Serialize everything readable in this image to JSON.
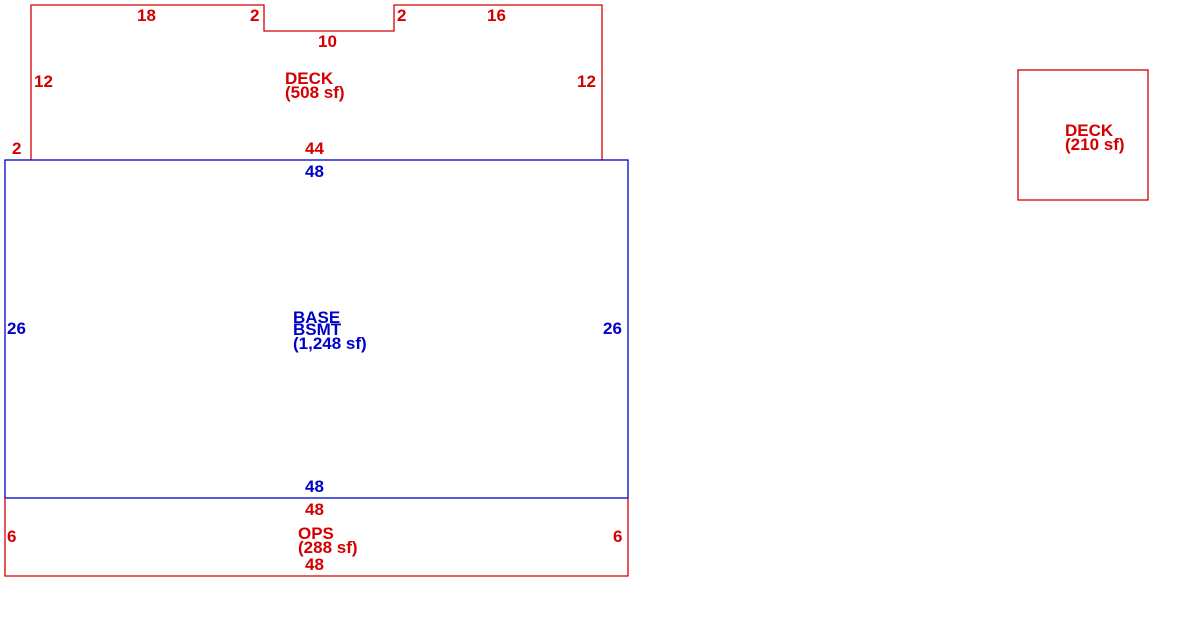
{
  "colors": {
    "deck": "#d40000",
    "ops": "#d40000",
    "base": "#0000c8",
    "background": "#ffffff"
  },
  "upper_deck": {
    "name": "DECK",
    "area": "(508 sf)",
    "dims": {
      "top_left": "18",
      "notch_left": "2",
      "notch_bottom": "10",
      "notch_right": "2",
      "top_right": "16",
      "left": "12",
      "right": "12",
      "corner": "2",
      "bottom": "44"
    }
  },
  "side_deck": {
    "name": "DECK",
    "area": "(210 sf)"
  },
  "base": {
    "name_line1": "BASE",
    "name_line2": "BSMT",
    "area": "(1,248 sf)",
    "dims": {
      "top": "48",
      "bottom": "48",
      "left": "26",
      "right": "26"
    }
  },
  "ops": {
    "name": "OPS",
    "area": "(288 sf)",
    "dims": {
      "top": "48",
      "bottom": "48",
      "left": "6",
      "right": "6"
    }
  }
}
